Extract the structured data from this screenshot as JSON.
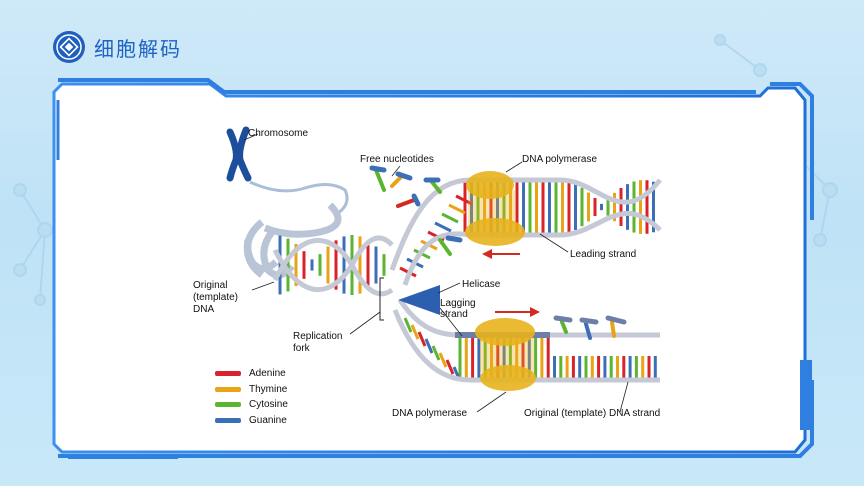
{
  "brand": {
    "name": "细胞解码",
    "logo": "cell-decode-logo"
  },
  "labels": {
    "chromosome": "Chromosome",
    "free_nucleotides": "Free nucleotides",
    "dna_polymerase_top": "DNA polymerase",
    "leading_strand": "Leading strand",
    "helicase": "Helicase",
    "lagging_strand_1": "Lagging",
    "lagging_strand_2": "strand",
    "original_dna_1": "Original",
    "original_dna_2": "(template)",
    "original_dna_3": "DNA",
    "replication_fork_1": "Replication",
    "replication_fork_2": "fork",
    "dna_polymerase_bottom": "DNA polymerase",
    "original_template_strand": "Original (template) DNA strand"
  },
  "legend": [
    {
      "label": "Adenine",
      "color": "#d8232a"
    },
    {
      "label": "Thymine",
      "color": "#e8a317"
    },
    {
      "label": "Cytosine",
      "color": "#5cb531"
    },
    {
      "label": "Guanine",
      "color": "#3c6fb6"
    }
  ],
  "colors": {
    "frame_blue": "#2f7fe0",
    "backbone": "#c5c9d6",
    "polymerase": "#e7b21c",
    "helicase": "#2d5fb0",
    "arrow": "#d32a22"
  }
}
